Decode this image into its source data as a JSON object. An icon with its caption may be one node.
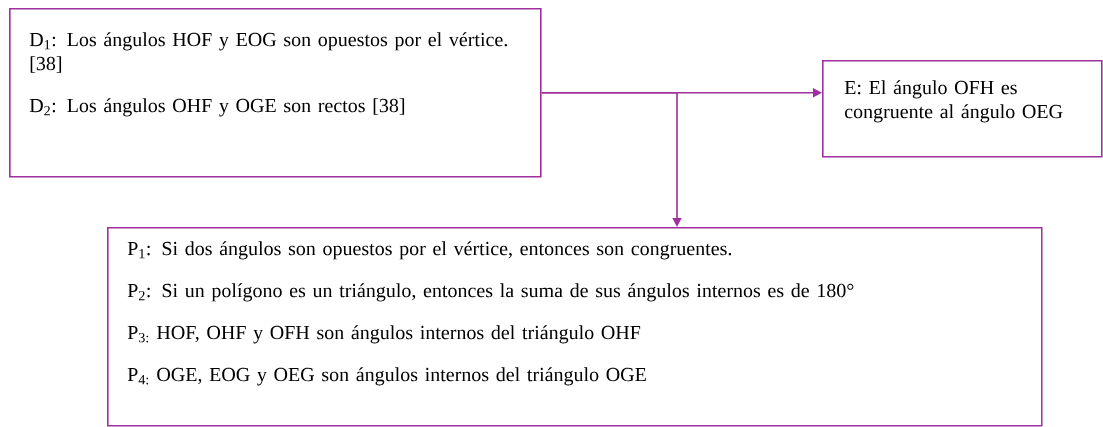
{
  "diagram": {
    "nodes": [
      {
        "text": [
          "D$_{1}$: Los ángulos HOF y EOG son opuestos por el vértice. [38]",
          "D$_{2}$: Los ángulos OHF y OGE son rectos [38]"
        ]
      },
      {
        "text": [
          "E: El ángulo OFH es congruente al ángulo OEG"
        ]
      },
      {
        "text": [
          "P$_{1}$: Si dos ángulos son opuestos por el vértice, entonces son congruentes.",
          "P$_{2}$: Si un polígono es un triángulo, entonces la suma de sus ángulos internos es de 180°",
          "P$_{3:}$ HOF, OHF y OFH son ángulos internos del triángulo OHF",
          "P$_{4:}$ OGE, EOG y OEG son ángulos internos del triángulo OGE"
        ]
      }
    ],
    "edges": [
      {
        "from": 0,
        "to": 1,
        "arrow": "to"
      },
      {
        "from": 0,
        "to": 2,
        "arrow": "to"
      }
    ]
  }
}
